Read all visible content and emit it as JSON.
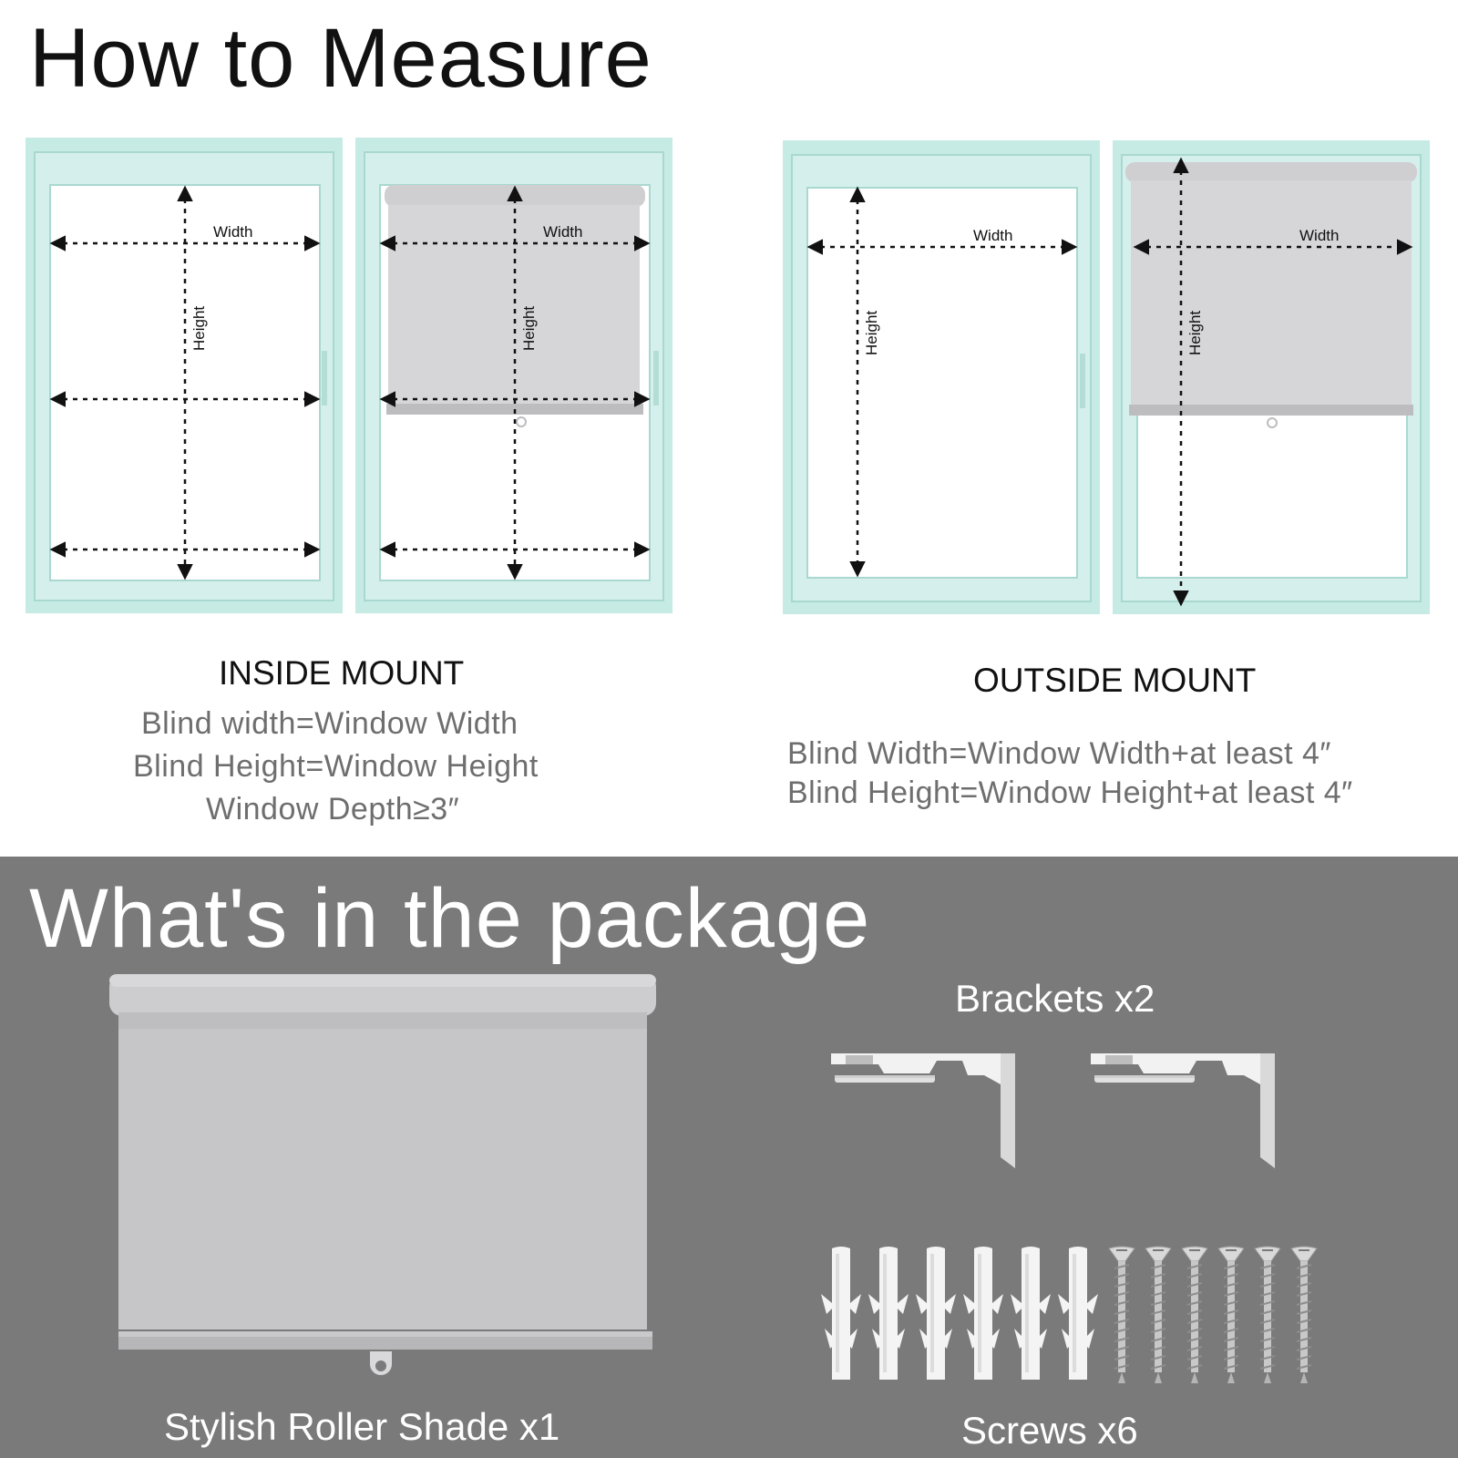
{
  "measure": {
    "title": "How to Measure",
    "diagram_labels": {
      "width": "Width",
      "height": "Height"
    },
    "inside": {
      "heading": "INSIDE MOUNT",
      "lines": [
        "Blind width=Window Width",
        "Blind Height=Window Height",
        "Window Depth≥3″"
      ]
    },
    "outside": {
      "heading": "OUTSIDE MOUNT",
      "lines": [
        "Blind Width=Window Width+at least 4″",
        "Blind Height=Window Height+at least 4″"
      ]
    }
  },
  "package": {
    "title": "What's in the package",
    "shade_label": "Stylish Roller Shade x1",
    "brackets_label": "Brackets x2",
    "screws_label": "Screws x6"
  },
  "colors": {
    "frame": "#bfe6df",
    "frame_edge": "#a9d8d0",
    "shade": "#d3d3d5",
    "package_bg": "#7a7a7a",
    "muted_text": "#6e6e6e"
  }
}
